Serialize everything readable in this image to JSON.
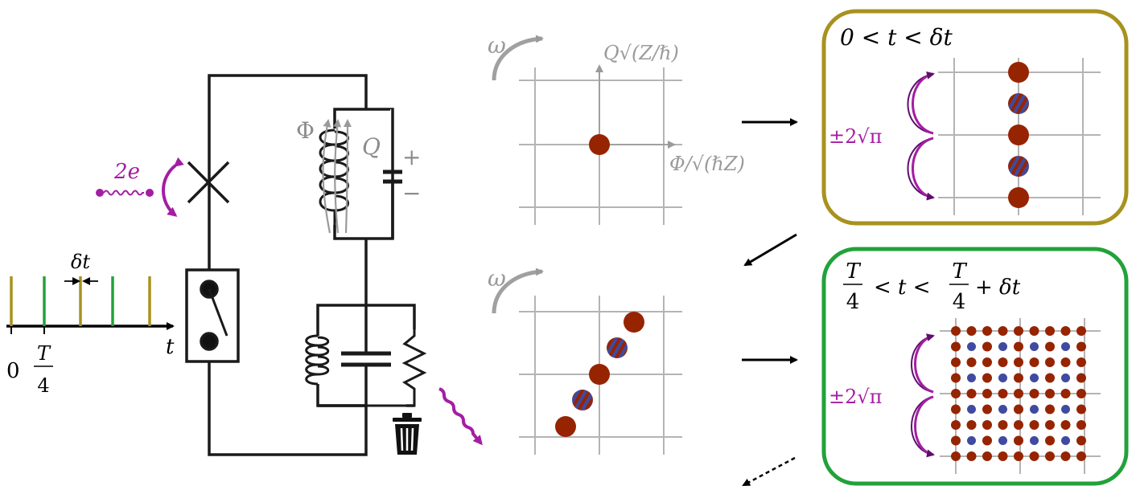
{
  "timeline": {
    "zero": "0",
    "quarter_num": "T",
    "quarter_den": "4",
    "dt": "δt",
    "t": "t",
    "pulse_colors": [
      "#a8921f",
      "#22a23a",
      "#a8921f",
      "#22a23a",
      "#a8921f"
    ]
  },
  "circuit": {
    "flux": "Φ",
    "charge": "Q",
    "plus": "+",
    "minus": "−",
    "cooper_pair": "2e"
  },
  "phase_space": {
    "omega": "ω",
    "q_axis": "Q√(Z/ℏ)",
    "phi_axis": "Φ/√(ℏZ)"
  },
  "panels": [
    {
      "condition": "0 < t < δt",
      "frame_color": "#a8921f",
      "jump": "±2√π"
    },
    {
      "cond_left_num": "T",
      "cond_left_den": "4",
      "cond_mid": "< t <",
      "cond_right_num": "T",
      "cond_right_den": "4",
      "cond_tail": "+ δt",
      "frame_color": "#22a23a",
      "jump": "±2√π"
    }
  ],
  "colors": {
    "red_dot": "#962400",
    "blue_dot": "#3f4aa0",
    "purple": "#a31ea3",
    "grid": "#b4b4b4"
  }
}
